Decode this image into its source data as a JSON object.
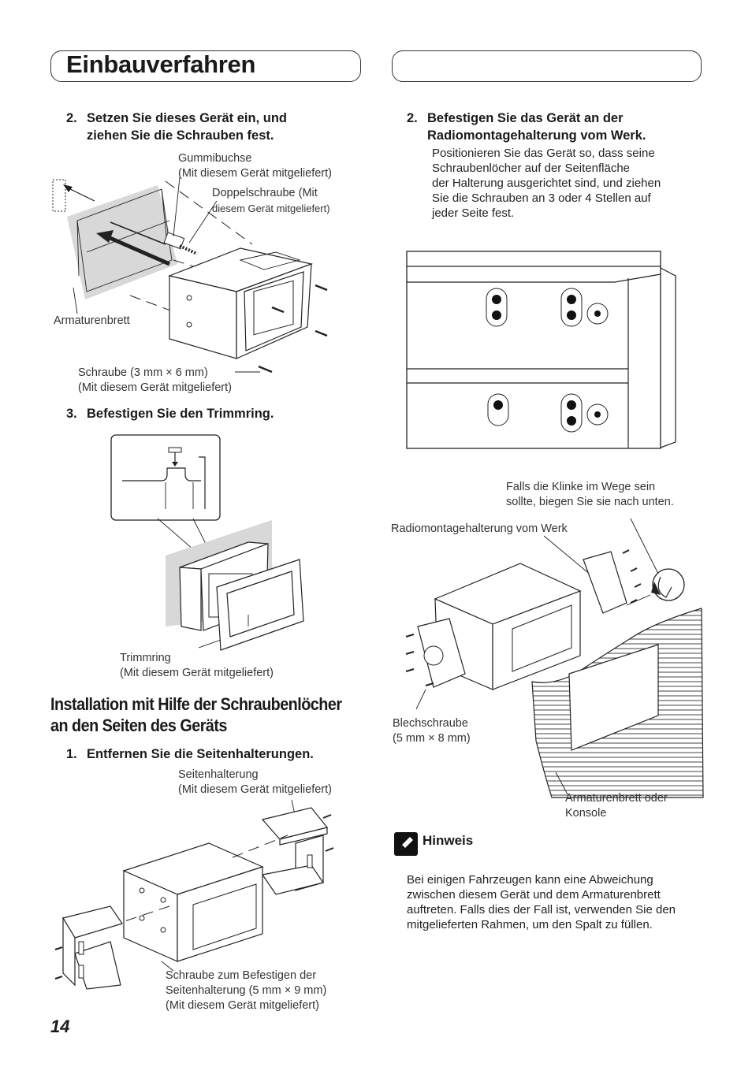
{
  "header": {
    "title": "Einbauverfahren"
  },
  "left": {
    "step2": {
      "number": "2.",
      "line1": "Setzen Sie dieses Gerät ein, und",
      "line2": "ziehen Sie die Schrauben fest."
    },
    "fig1": {
      "gummibuchse_1": "Gummibuchse",
      "gummibuchse_2": "(Mit diesem Gerät mitgeliefert)",
      "doppelschraube_1": "Doppelschraube (Mit",
      "doppelschraube_2": "diesem Gerät mitgeliefert)",
      "armaturenbrett": "Armaturenbrett",
      "schraube_1": "Schraube (3 mm × 6 mm)",
      "schraube_2": "(Mit diesem Gerät mitgeliefert)"
    },
    "step3": {
      "number": "3.",
      "line1": "Befestigen Sie den Trimmring."
    },
    "fig2": {
      "trimmring_1": "Trimmring",
      "trimmring_2": "(Mit diesem Gerät mitgeliefert)"
    },
    "section": {
      "line1": "Installation mit Hilfe der Schraubenlöcher",
      "line2": "an den Seiten des Geräts"
    },
    "step1": {
      "number": "1.",
      "line1": "Entfernen Sie die Seitenhalterungen."
    },
    "fig3": {
      "seitenhalterung_1": "Seitenhalterung",
      "seitenhalterung_2": "(Mit diesem Gerät mitgeliefert)",
      "schraube_1": "Schraube zum Befestigen der",
      "schraube_2": "Seitenhalterung (5 mm × 9 mm)",
      "schraube_3": "(Mit diesem Gerät mitgeliefert)"
    }
  },
  "right": {
    "step2": {
      "number": "2.",
      "line1": "Befestigen Sie das Gerät an der",
      "line2": "Radiomontagehalterung vom Werk.",
      "desc": [
        "Positionieren Sie das Gerät so, dass seine",
        "Schraubenlöcher auf der Seitenfläche",
        "der Halterung ausgerichtet sind, und ziehen",
        "Sie die Schrauben an 3 oder 4 Stellen auf",
        "jeder Seite fest."
      ]
    },
    "fig5": {
      "klinke_1": "Falls die Klinke im Wege sein",
      "klinke_2": "sollte, biegen Sie sie nach unten.",
      "radiohalterung": "Radiomontagehalterung vom Werk",
      "blechschraube_1": "Blechschraube",
      "blechschraube_2": "(5 mm × 8 mm)",
      "armaturenbrett_1": "Armaturenbrett oder",
      "armaturenbrett_2": "Konsole"
    },
    "note": {
      "title": "Hinweis",
      "lines": [
        "Bei einigen Fahrzeugen kann eine Abweichung",
        "zwischen diesem Gerät und dem Armaturenbrett",
        "auftreten. Falls dies der Fall ist, verwenden Sie den",
        "mitgelieferten Rahmen, um den Spalt zu füllen."
      ]
    }
  },
  "footer": {
    "page_number": "14"
  }
}
